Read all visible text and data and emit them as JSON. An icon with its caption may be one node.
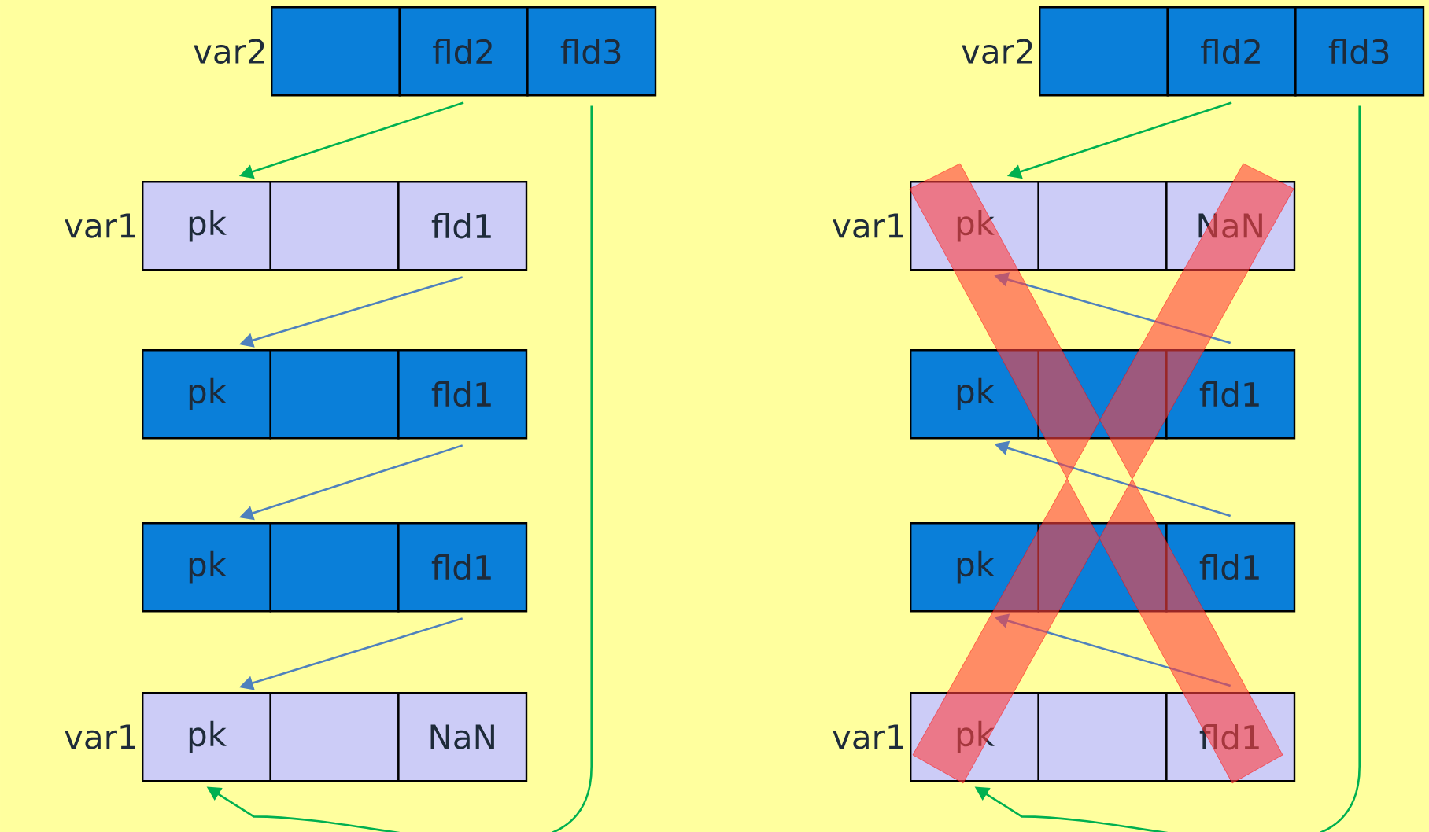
{
  "diagram": {
    "nodes": [
      {
        "text": [],
        "shape": "box",
        "beside": [
          "var2"
        ]
      },
      {
        "text": [
          "fld2"
        ]
      },
      {
        "text": [
          "fld3"
        ]
      },
      {
        "text": [
          "pk"
        ],
        "beside": [
          "var1"
        ]
      },
      {
        "text": [],
        "shape": "box"
      },
      {
        "text": [
          "fld1"
        ]
      },
      {
        "text": [
          "pk"
        ]
      },
      {
        "text": [],
        "shape": "box"
      },
      {
        "text": [
          "fld1"
        ]
      },
      {
        "text": [
          "pk"
        ]
      },
      {
        "text": [],
        "shape": "box"
      },
      {
        "text": [
          "fld1"
        ]
      },
      {
        "text": [
          "pk"
        ],
        "beside": [
          "var1"
        ]
      },
      {
        "text": [],
        "shape": "box"
      },
      {
        "text": [
          "NaN"
        ]
      },
      {
        "text": [],
        "shape": "box",
        "beside": [
          "var2"
        ]
      },
      {
        "text": [
          "fld2"
        ]
      },
      {
        "text": [
          "fld3"
        ]
      },
      {
        "text": [
          "pk"
        ],
        "beside": [
          "var1"
        ]
      },
      {
        "text": [],
        "shape": "box"
      },
      {
        "text": [
          "NaN"
        ]
      },
      {
        "text": [
          "pk"
        ]
      },
      {
        "text": [],
        "shape": "box"
      },
      {
        "text": [
          "fld1"
        ]
      },
      {
        "text": [
          "pk"
        ]
      },
      {
        "text": [],
        "shape": "box"
      },
      {
        "text": [
          "fld1"
        ]
      },
      {
        "text": [
          "pk"
        ],
        "beside": [
          "var1"
        ]
      },
      {
        "text": [],
        "shape": "box"
      },
      {
        "text": [
          "fld1"
        ]
      }
    ],
    "edges": [
      {
        "from": 1,
        "to": 3,
        "arrow": "to",
        "color": "#00b050"
      },
      {
        "from": 5,
        "to": 6,
        "arrow": "to",
        "color": "#4f81bd"
      },
      {
        "from": 8,
        "to": 9,
        "arrow": "to",
        "color": "#4f81bd"
      },
      {
        "from": 11,
        "to": 12,
        "arrow": "to",
        "color": "#4f81bd"
      },
      {
        "from": 2,
        "to": 12,
        "arrow": "to",
        "color": "#00b050"
      },
      {
        "from": 16,
        "to": 18,
        "arrow": "to",
        "color": "#00b050"
      },
      {
        "from": 23,
        "to": 18,
        "arrow": "to",
        "color": "#4f81bd"
      },
      {
        "from": 26,
        "to": 21,
        "arrow": "to",
        "color": "#4f81bd"
      },
      {
        "from": 29,
        "to": 24,
        "arrow": "to",
        "color": "#4f81bd"
      },
      {
        "from": 17,
        "to": 27,
        "arrow": "to",
        "color": "#00b050"
      }
    ]
  }
}
